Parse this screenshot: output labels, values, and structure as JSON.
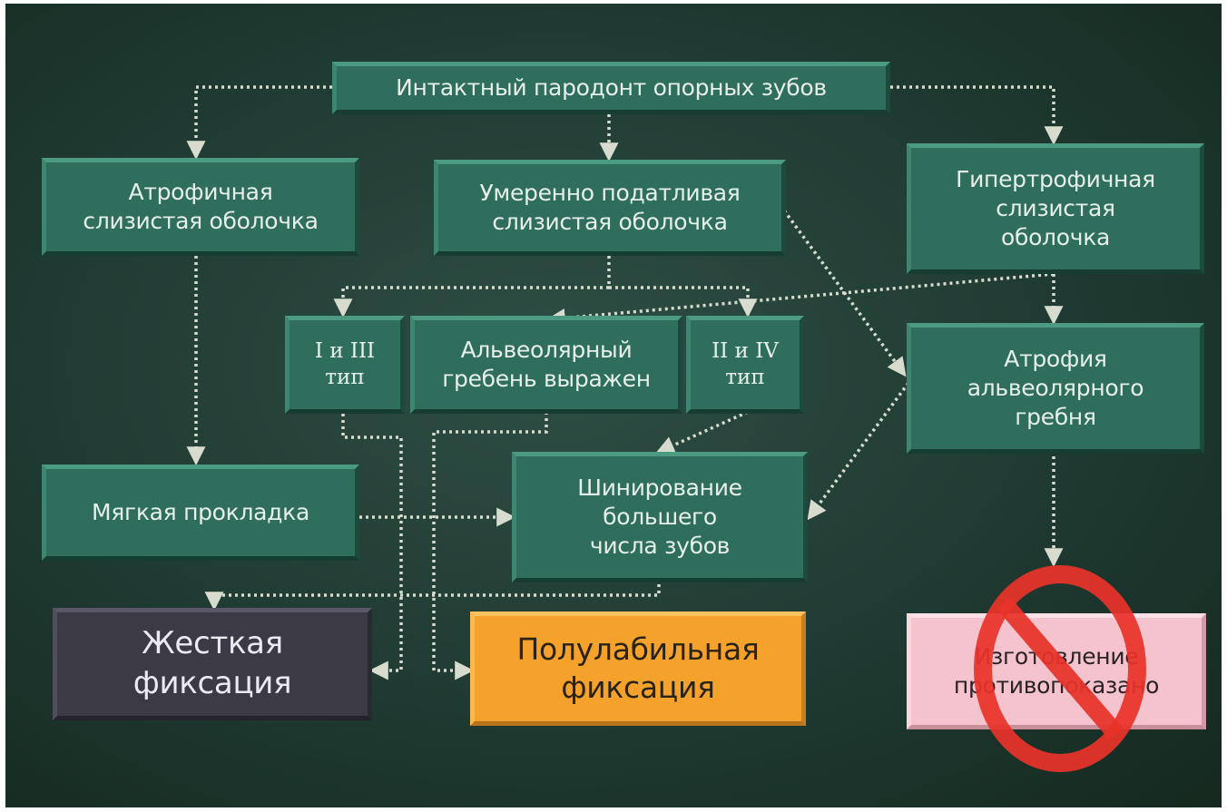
{
  "nodes": {
    "intact": "Интактный пародонт опорных зубов",
    "atrophic_mucosa": "Атрофичная\nслизистая оболочка",
    "moderate_mucosa": "Умеренно податливая\nслизистая оболочка",
    "hypertrophic_mucosa": "Гипертрофичная\nслизистая\nоболочка",
    "type_1_3": "I и III\nтип",
    "ridge_expressed": "Альвеолярный\nгребень выражен",
    "type_2_4": "II и IV\nтип",
    "ridge_atrophy": "Атрофия\nальвеолярного\nгребня",
    "soft_lining": "Мягкая прокладка",
    "splinting": "Шинирование\nбольшего\nчисла зубов",
    "rigid_fixation": "Жесткая\nфиксация",
    "semilabile_fixation": "Полулабильная\nфиксация",
    "contraindicated": "Изготовление\nпротивопоказано"
  },
  "colors": {
    "background": "#1f3a32",
    "box": "#2f6e5c",
    "rigid": "#3c3a45",
    "semilabile": "#f4a22c",
    "contraindicated": "#f4c3cd",
    "connector": "#d8dccf",
    "prohibition_sign": "#e8332a"
  },
  "icons": {
    "prohibition": "no-entry-icon"
  }
}
